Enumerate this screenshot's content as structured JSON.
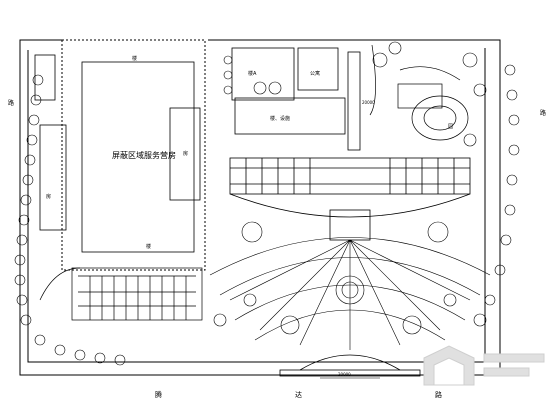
{
  "labels": {
    "main_building": "屏蔽区域服务营房",
    "north_small_building": "楼",
    "east_side": "房",
    "inner_block_top_left": "楼A",
    "inner_block_top_right": "公寓",
    "inner_block_mid": "楼、设施",
    "south_small": "楼",
    "west_side": "房",
    "garden_label": "园",
    "road_west": "路",
    "road_south_1": "腾",
    "road_south_2": "达",
    "road_south_3": "路",
    "road_east": "路",
    "dim_bottom": "20000",
    "dim_top": "20000"
  },
  "icons": {
    "watermark": "building-logo-watermark"
  }
}
